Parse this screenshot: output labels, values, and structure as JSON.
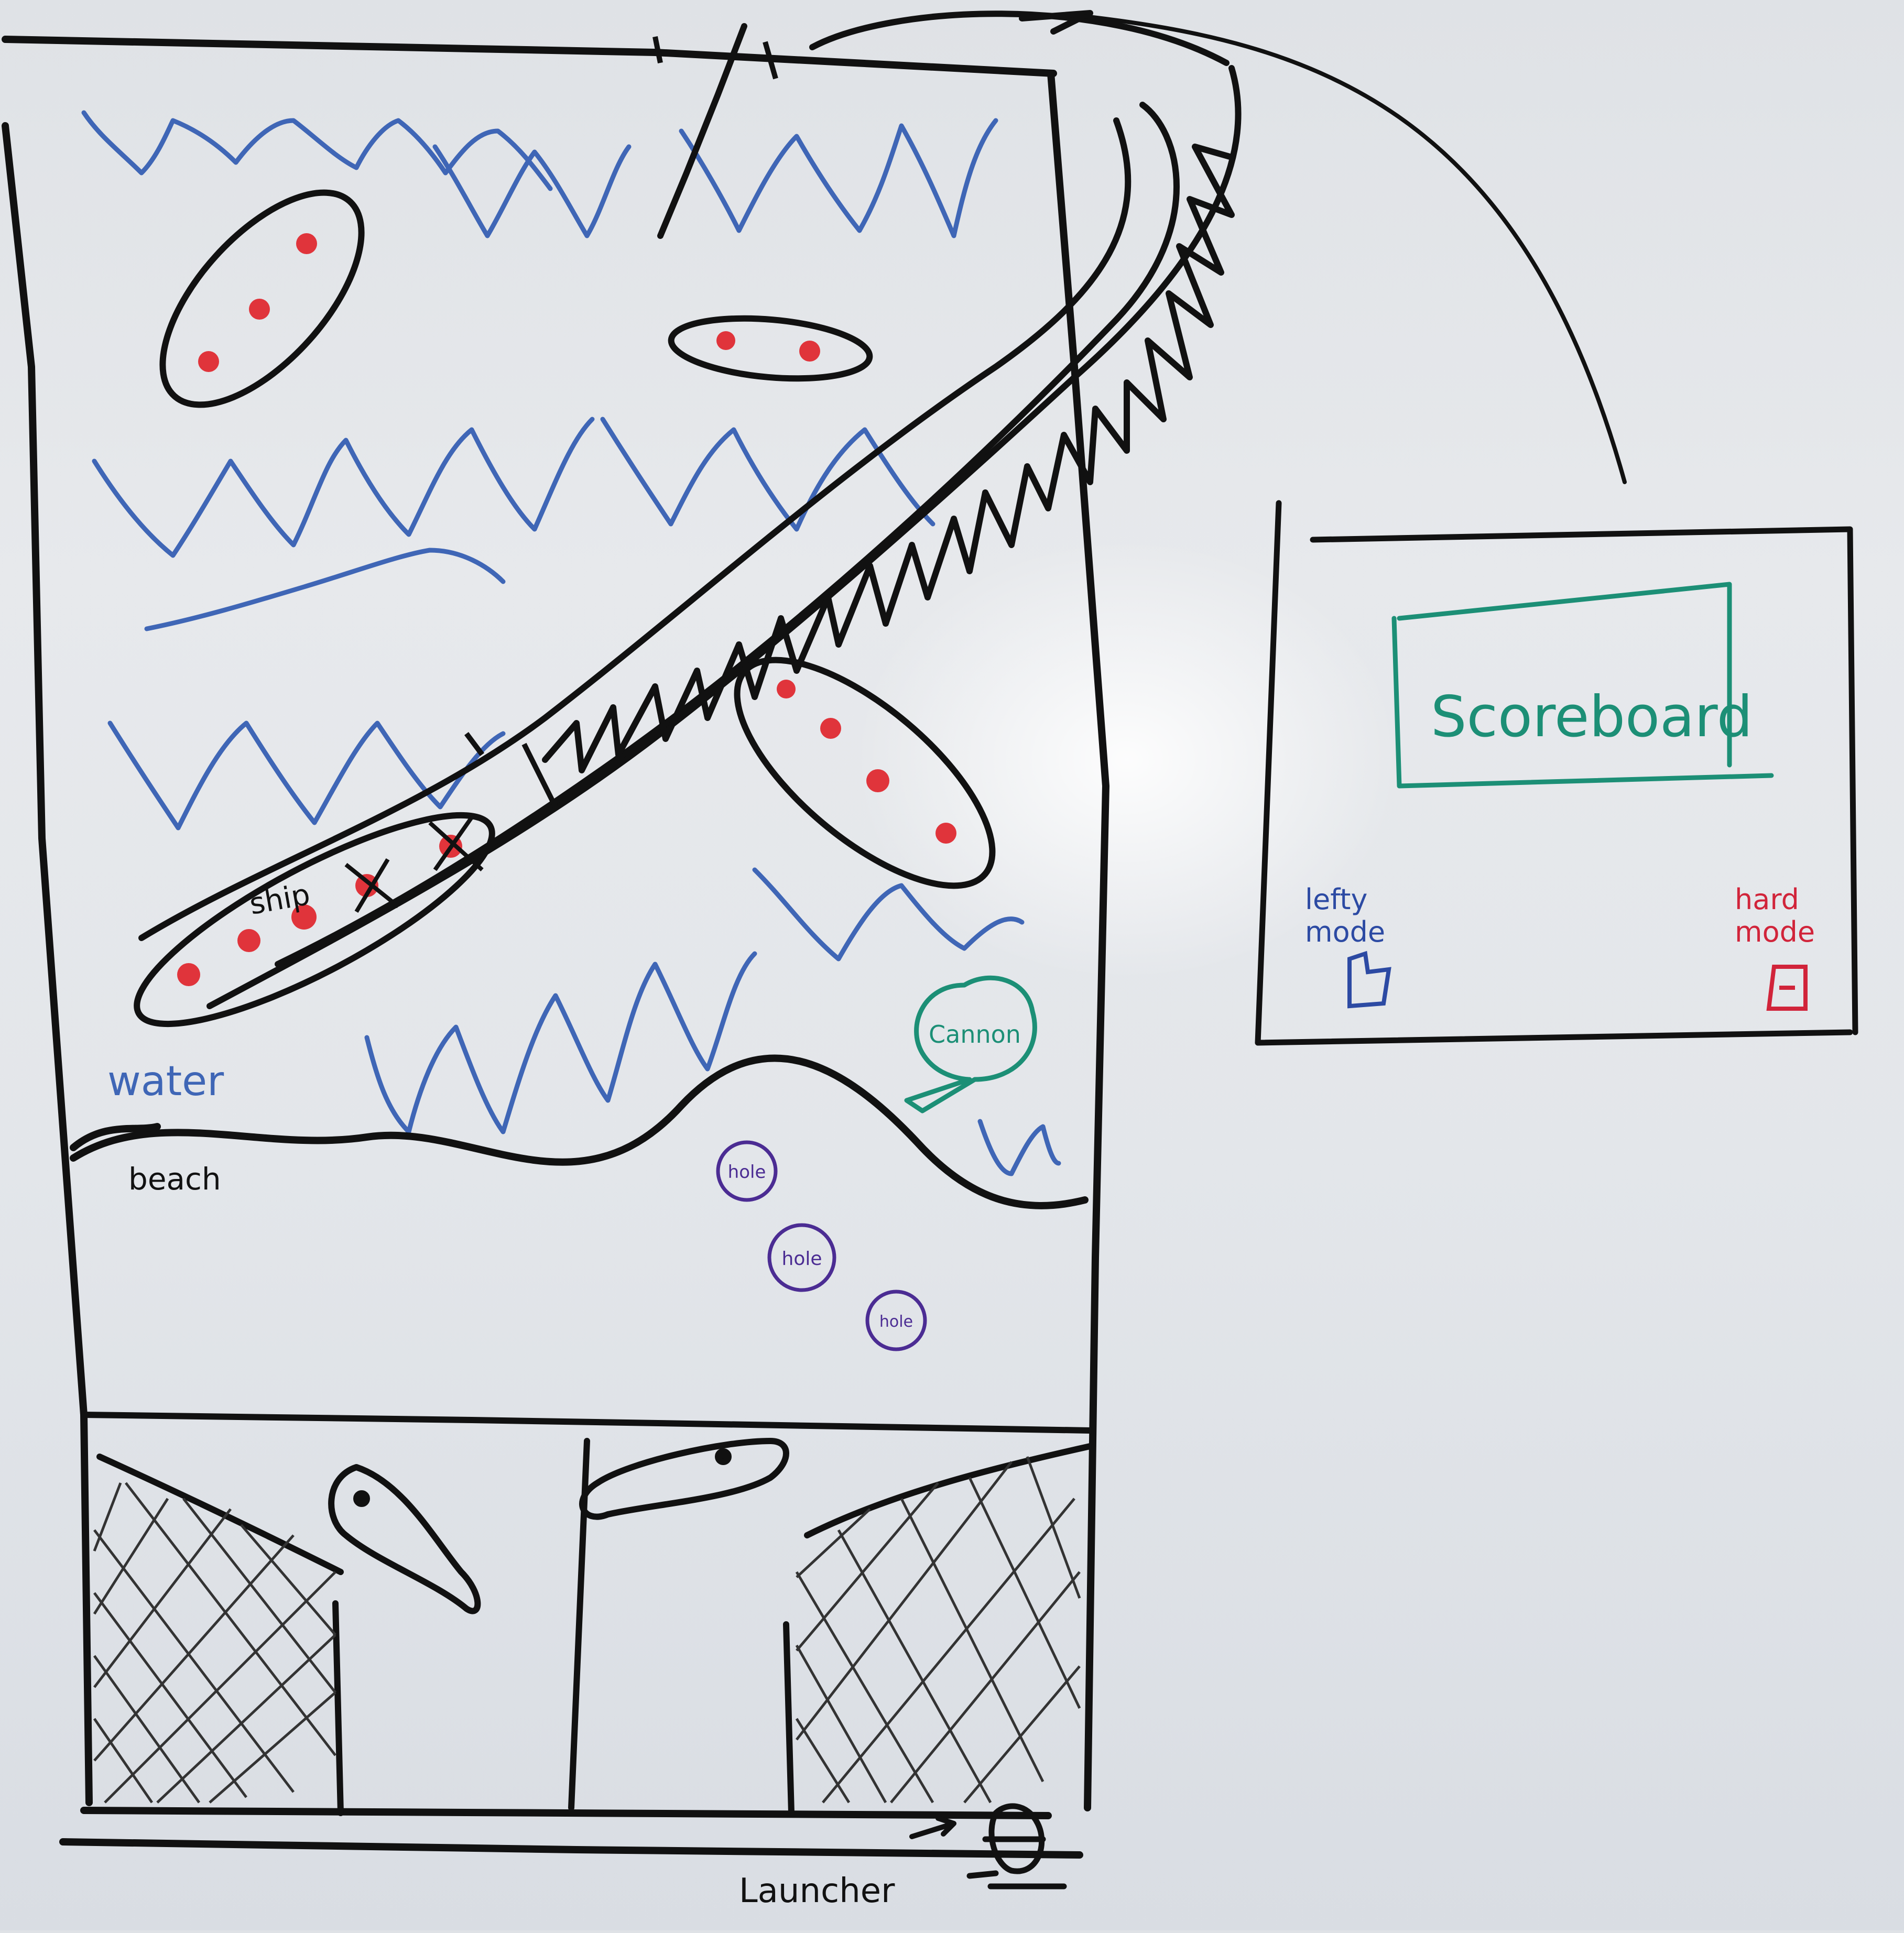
{
  "labels": {
    "ship": "ship",
    "water": "water",
    "beach": "beach",
    "cannon": "Cannon",
    "hole1": "hole",
    "hole2": "hole",
    "hole3": "hole",
    "scoreboard": "Scoreboard",
    "lefty_mode": "lefty mode",
    "hard_mode": "hard mode",
    "launcher": "Launcher"
  },
  "colors": {
    "black_ink": "#111111",
    "blue_ink": "#3f66b6",
    "red_ink": "#e0343b",
    "teal_ink": "#1c8f76",
    "purple_ink": "#4b2c93",
    "board": "#e3e6ea"
  }
}
